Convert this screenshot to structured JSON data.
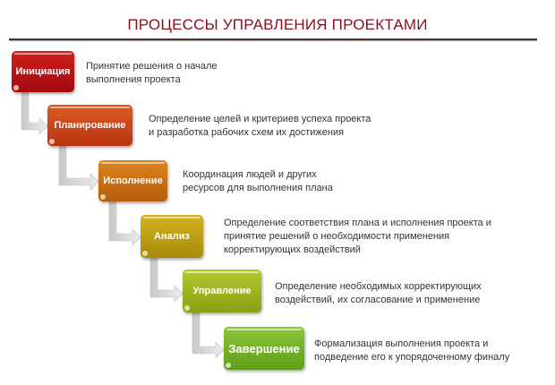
{
  "title": "ПРОЦЕССЫ УПРАВЛЕНИЯ ПРОЕКТАМИ",
  "colors": {
    "title": "#8a0e1a",
    "connector": "#d8d8d8",
    "steps": [
      "#b00d12",
      "#c9431a",
      "#c86c12",
      "#b59912",
      "#9bb122",
      "#69ad24"
    ]
  },
  "steps": [
    {
      "label": "Инициация",
      "description_lines": [
        "Принятие решения о начале",
        "выполнения проекта"
      ]
    },
    {
      "label": "Планирование",
      "description_lines": [
        "Определение целей и критериев успеха проекта",
        "и разработка рабочих схем их достижения"
      ]
    },
    {
      "label": "Исполнение",
      "description_lines": [
        "Координация людей и других",
        "ресурсов для выполнения плана"
      ]
    },
    {
      "label": "Анализ",
      "description_lines": [
        "Определение соответствия плана и исполнения проекта и",
        "принятие решений о необходимости применения",
        "корректирующих воздействий"
      ]
    },
    {
      "label": "Управление",
      "description_lines": [
        "Определение необходимых корректирующих",
        "воздействий, их согласование и применение"
      ]
    },
    {
      "label": "Завершение",
      "description_lines": [
        "Формализация выполнения проекта и",
        "подведение его к упорядоченному финалу"
      ]
    }
  ]
}
